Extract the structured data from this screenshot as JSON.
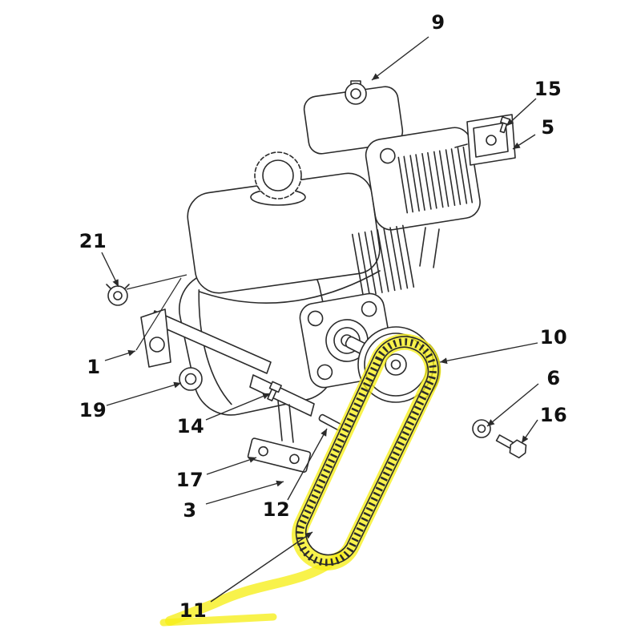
{
  "diagram": {
    "type": "exploded-parts-diagram",
    "subject": "gasoline engine with clutch pulley and drive belt",
    "background_color": "#ffffff",
    "line_color": "#2b2b2b",
    "label_color": "#111111",
    "highlight_color": "#f6ee18",
    "highlighted_part": "11",
    "labels": [
      {
        "number": "9"
      },
      {
        "number": "15"
      },
      {
        "number": "5"
      },
      {
        "number": "21"
      },
      {
        "number": "1"
      },
      {
        "number": "19"
      },
      {
        "number": "14"
      },
      {
        "number": "17"
      },
      {
        "number": "3"
      },
      {
        "number": "12"
      },
      {
        "number": "11"
      },
      {
        "number": "10"
      },
      {
        "number": "6"
      },
      {
        "number": "16"
      }
    ]
  }
}
